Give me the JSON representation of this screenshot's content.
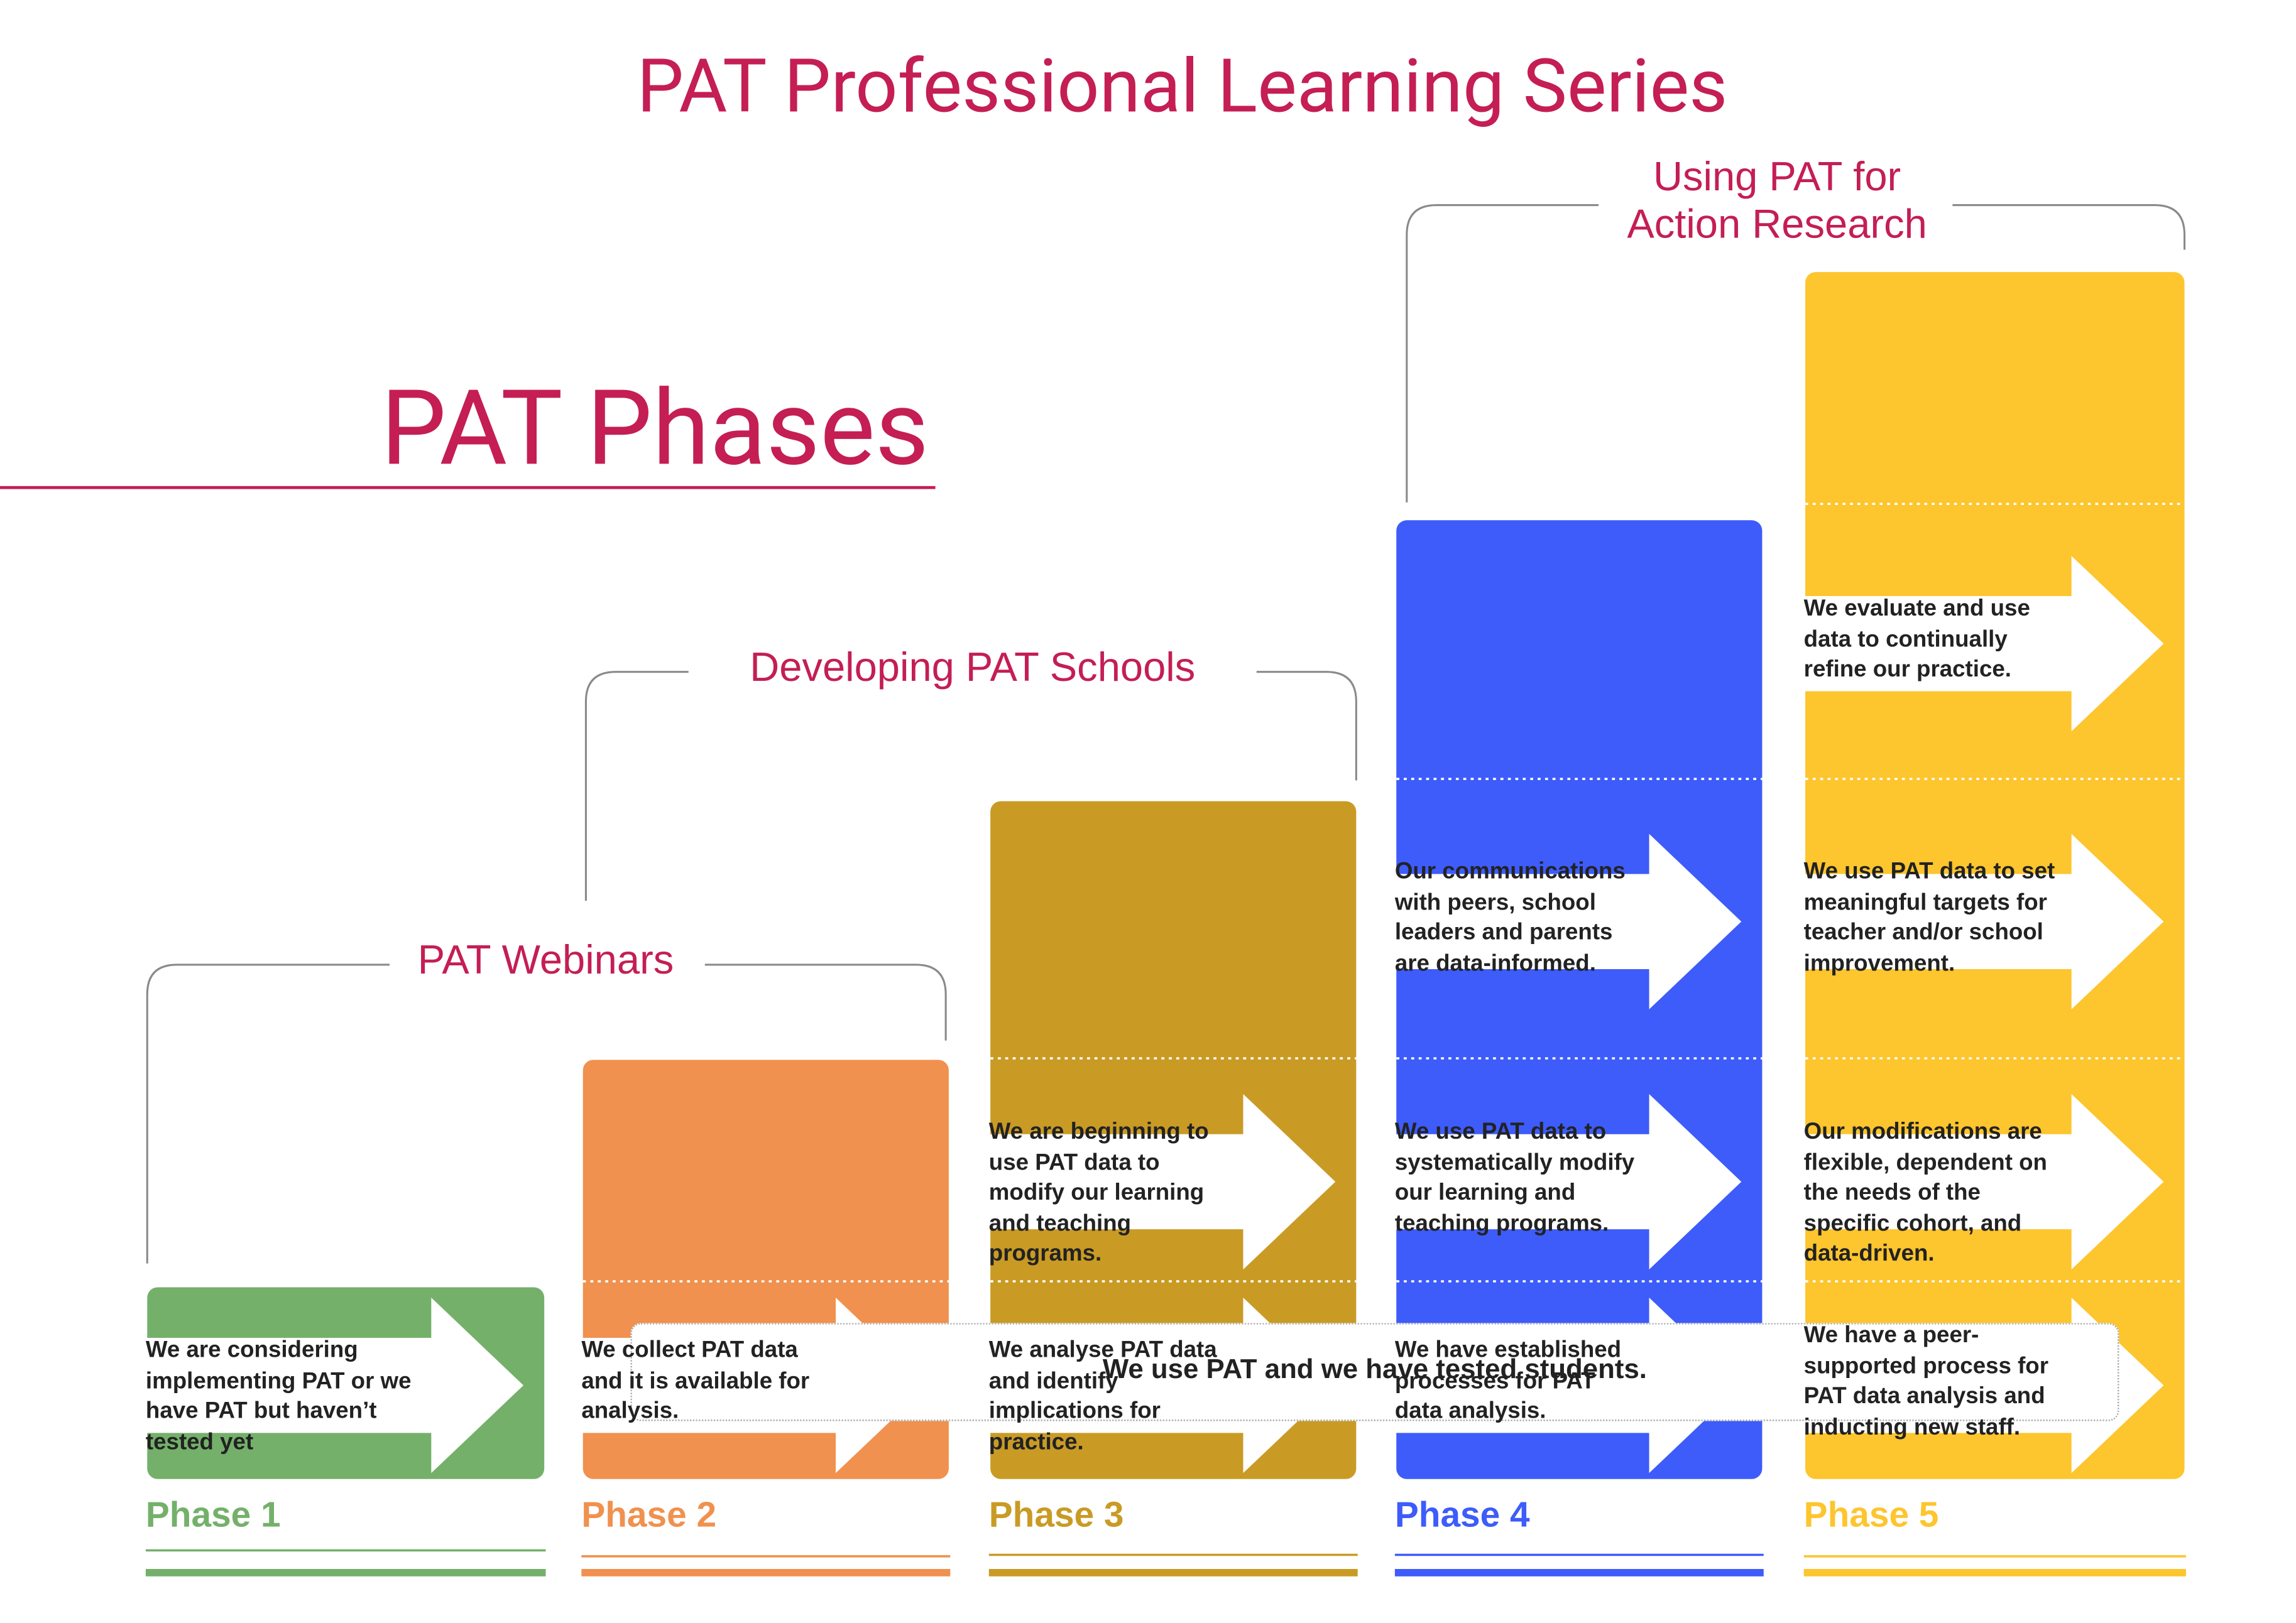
{
  "title": "PAT Professional Learning Series",
  "subtitle": "PAT Phases",
  "groups": [
    {
      "label": "PAT Webinars"
    },
    {
      "label": "Developing PAT Schools"
    },
    {
      "label": "Using PAT for Action Research"
    }
  ],
  "tested_statement": "We use PAT and we have tested students.",
  "phases": [
    {
      "label": "Phase 1",
      "color": "#74b06a",
      "steps": [
        "We are considering implementing PAT or we have PAT but haven’t tested yet"
      ]
    },
    {
      "label": "Phase 2",
      "color": "#f0914f",
      "steps": [
        "We collect PAT data and it is available for analysis."
      ]
    },
    {
      "label": "Phase 3",
      "color": "#c99b25",
      "steps": [
        "We analyse PAT data and identify implications for practice.",
        "We are beginning to use PAT data to modify our learning and teaching programs."
      ]
    },
    {
      "label": "Phase 4",
      "color": "#3d5cfa",
      "steps": [
        "We have established processes for PAT data analysis.",
        "We use PAT data to systematically modify our learning and teaching programs.",
        "Our communications with peers, school leaders and parents are data-informed."
      ]
    },
    {
      "label": "Phase 5",
      "color": "#fdc52e",
      "steps": [
        "We have a peer-supported process for PAT data analysis and inducting new staff.",
        "Our modifications are flexible, dependent on the needs of the specific cohort, and data-driven.",
        "We use PAT data to set meaningful targets for teacher and/or school improvement.",
        "We evaluate and use data to continually refine our practice."
      ]
    }
  ]
}
